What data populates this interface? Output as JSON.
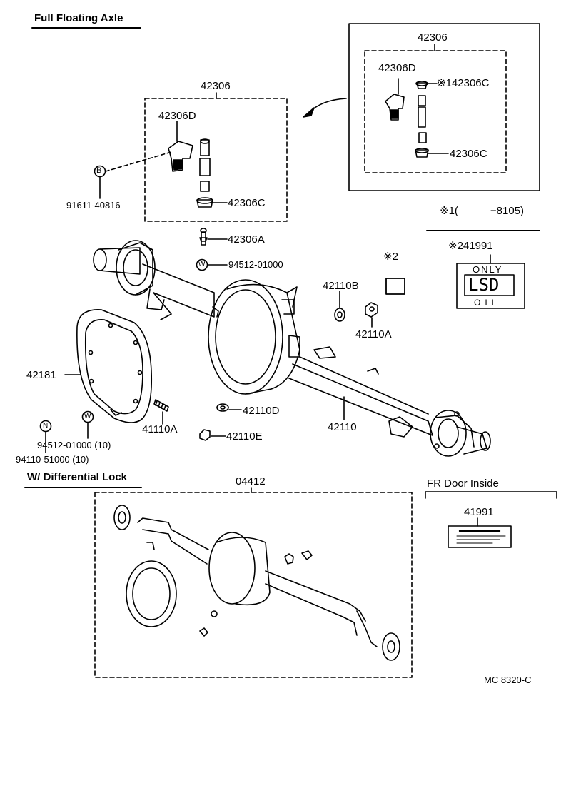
{
  "headers": {
    "full_floating": "Full Floating Axle",
    "diff_lock": "W/ Differential Lock",
    "fr_door": "FR Door Inside"
  },
  "labels": {
    "p42306_main": "42306",
    "p42306d_main": "42306D",
    "p42306c_main": "42306C",
    "p91611": "91611-40816",
    "p42306a": "42306A",
    "p94512_top": "94512-01000",
    "p42306_inset": "42306",
    "p42306d_inset": "42306D",
    "p42306c_inset_top": "※142306C",
    "p42306c_inset_bot": "42306C",
    "note1": "※1(　　　−8105)",
    "note2": "※2",
    "note2_41991": "※241991",
    "p42110b": "42110B",
    "p42110a": "42110A",
    "p42181": "42181",
    "p41110a": "41110A",
    "p42110d": "42110D",
    "p42110": "42110",
    "p42110e": "42110E",
    "p94512_bot": "94512-01000 (10)",
    "p94110": "94110-51000 (10)",
    "p04412": "04412",
    "p41991_door": "41991",
    "code": "MC  8320-C"
  },
  "symbols": {
    "b": "B",
    "w": "W",
    "n": "N"
  },
  "lsd_plate": {
    "top": "ONLY",
    "center": "LSD",
    "bottom": "OIL"
  }
}
